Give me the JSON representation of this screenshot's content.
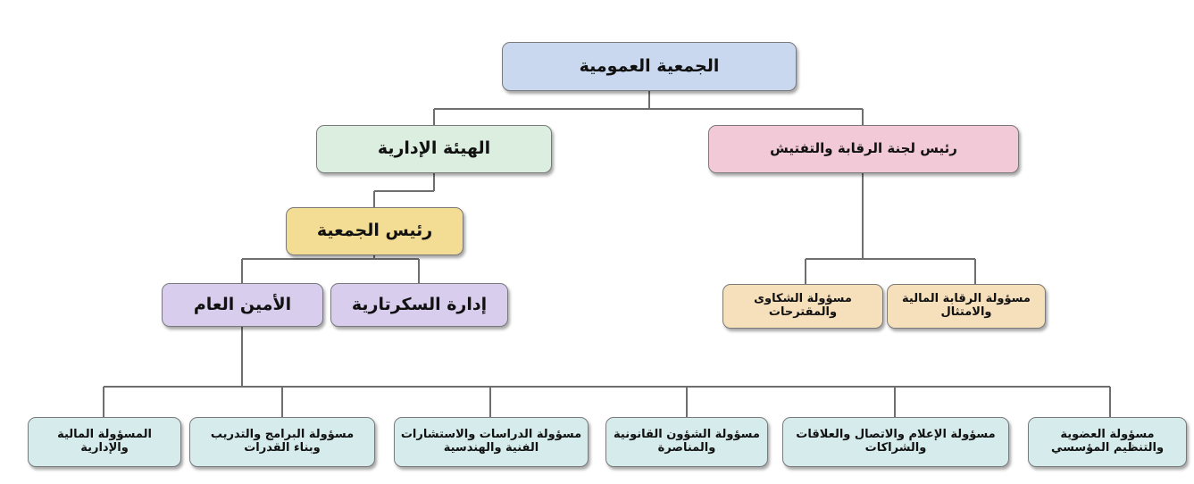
{
  "colors": {
    "blue": "#c9d8ee",
    "pink": "#f2cad7",
    "green": "#dbeee0",
    "yellow": "#f3dc94",
    "purple": "#d9cdee",
    "peach": "#f6dfbb",
    "teal": "#d6ecec",
    "line": "#6e6e6e"
  },
  "nodes": {
    "assembly": "الجمعية العمومية",
    "control_head": "رئيس لجنة الرقابة والتفتيش",
    "admin_board": "الهيئة الإدارية",
    "president": "رئيس الجمعية",
    "secretary_general": "الأمين العام",
    "secretariat": "إدارة السكرتارية",
    "complaints": "مسؤولة الشكاوى والمقترحات",
    "financial_control": "مسؤولة الرقابة المالية والامتثال",
    "finance_admin": "المسؤولة المالية والإدارية",
    "programs": "مسؤولة البرامج والتدريب وبناء القدرات",
    "studies": "مسؤولة الدراسات والاستشارات الفنية والهندسية",
    "legal": "مسؤولة الشؤون القانونية والمناصرة",
    "media": "مسؤولة الإعلام والاتصال والعلاقات والشراكات",
    "membership": "مسؤولة العضوية والتنظيم المؤسسي"
  }
}
